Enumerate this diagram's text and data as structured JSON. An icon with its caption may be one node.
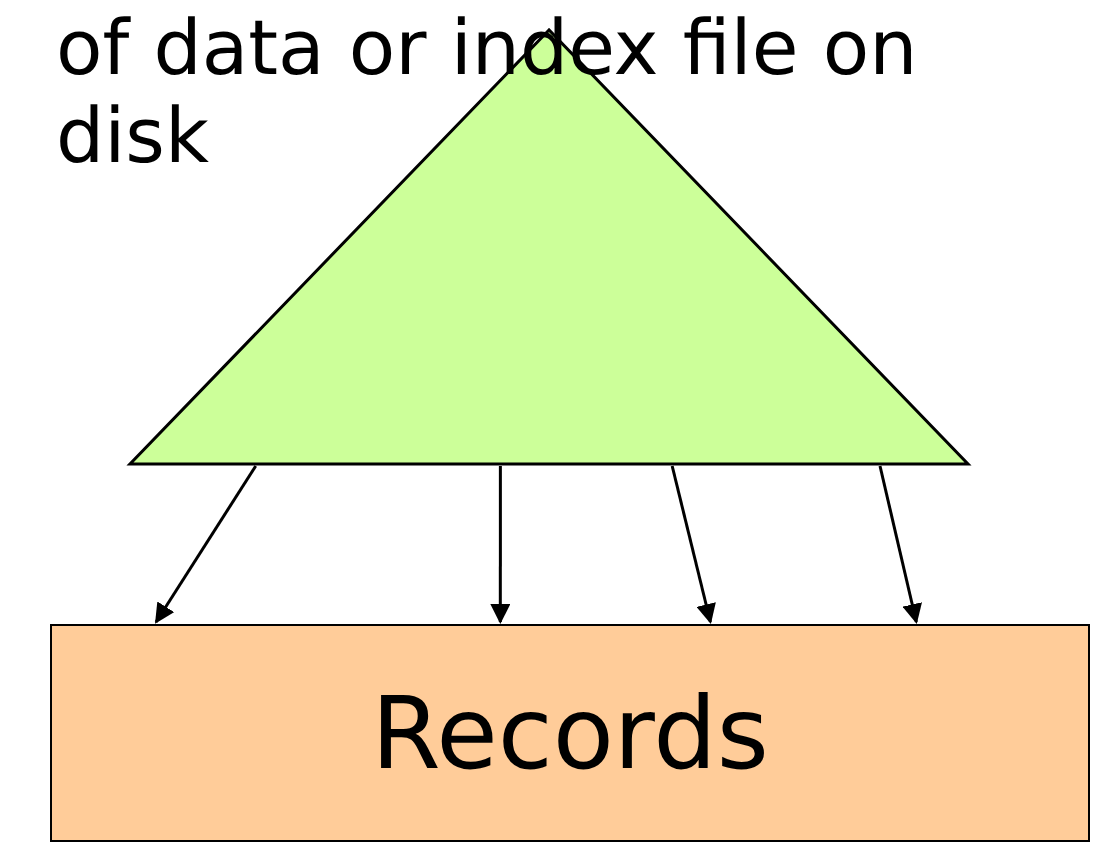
{
  "diagram": {
    "nodes": [
      {
        "text": [],
        "shape": "triangle"
      },
      {
        "text": [
          "Records"
        ]
      }
    ],
    "edges": [
      {
        "from": 0,
        "to": 1,
        "arrow": "to"
      },
      {
        "from": 0,
        "to": 1,
        "arrow": "to"
      },
      {
        "from": 0,
        "to": 1,
        "arrow": "to"
      },
      {
        "from": 0,
        "to": 1,
        "arrow": "to"
      }
    ],
    "labels": [
      "of data or index file on disk"
    ]
  }
}
